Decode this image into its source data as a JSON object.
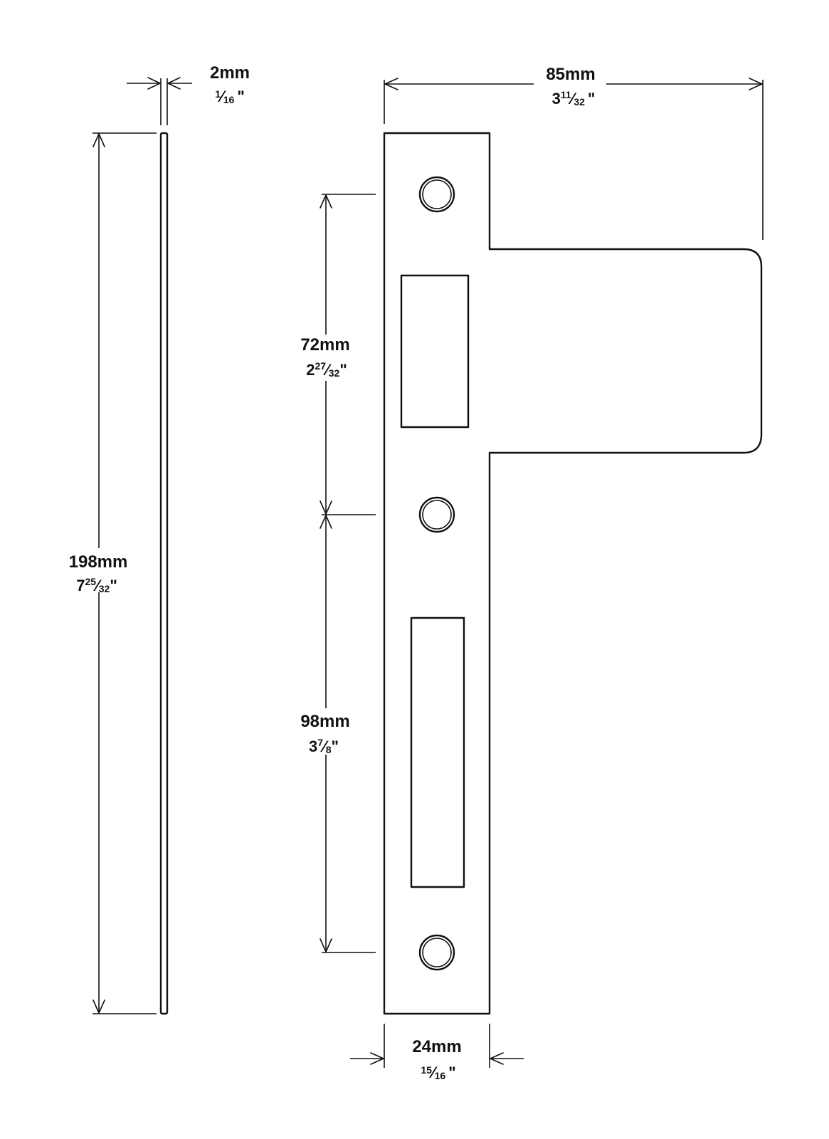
{
  "dimensions": {
    "thickness": {
      "metric": "2mm",
      "whole": "",
      "num": "1",
      "den": "16",
      "inch": "\""
    },
    "total_width": {
      "metric": "85mm",
      "whole": "3",
      "num": "11",
      "den": "32",
      "inch": "\""
    },
    "total_height": {
      "metric": "198mm",
      "whole": "7",
      "num": "25",
      "den": "32",
      "inch": "\""
    },
    "upper_centers": {
      "metric": "72mm",
      "whole": "2",
      "num": "27",
      "den": "32",
      "inch": "\""
    },
    "lower_centers": {
      "metric": "98mm",
      "whole": "3",
      "num": "7",
      "den": "8",
      "inch": "\""
    },
    "plate_width": {
      "metric": "24mm",
      "whole": "",
      "num": "15",
      "den": "16",
      "inch": "\""
    }
  },
  "colors": {
    "line": "#111111",
    "background": "#ffffff"
  }
}
